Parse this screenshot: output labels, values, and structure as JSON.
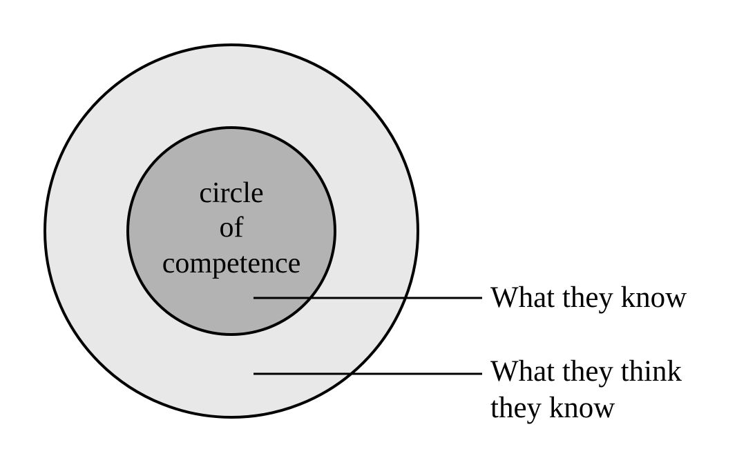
{
  "diagram": {
    "inner_circle": {
      "line1": "circle",
      "line2": "of",
      "line3": "competence"
    },
    "labels": {
      "know": "What they know",
      "think_line1": "What they think",
      "think_line2": "they know"
    }
  },
  "colors": {
    "background": "#ffffff",
    "outer_fill": "#e8e8e8",
    "inner_fill": "#b3b3b3",
    "stroke": "#000000"
  }
}
